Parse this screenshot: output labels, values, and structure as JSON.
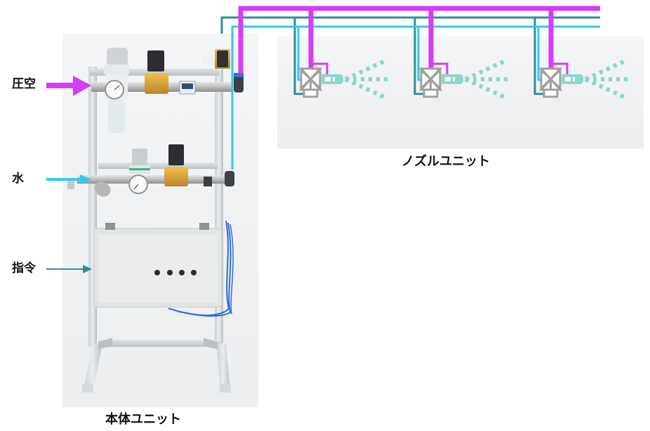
{
  "diagram": {
    "title": "Spray system configuration",
    "main_unit": {
      "caption": "本体ユニット",
      "inputs": [
        {
          "label": "圧空",
          "meaning": "compressed air",
          "color": "#d63cf5"
        },
        {
          "label": "水",
          "meaning": "water",
          "color": "#35c8ef"
        },
        {
          "label": "指令",
          "meaning": "command signal",
          "color": "#2a9290"
        }
      ],
      "components": [
        "air filter regulator",
        "pressure gauge",
        "solenoid valve",
        "digital pressure switch",
        "water strainer",
        "water regulator",
        "water solenoid valve",
        "control box"
      ],
      "control_box_switches": 4
    },
    "nozzle_unit": {
      "caption": "ノズルユニット",
      "nozzle_count": 3,
      "spray_color": "#8fd6cc",
      "valve_color": "#a0a0a0"
    },
    "lines": {
      "air": {
        "color": "#d63cf5"
      },
      "signal": {
        "color": "#2a9290"
      },
      "water": {
        "color": "#35c8ef"
      }
    }
  }
}
